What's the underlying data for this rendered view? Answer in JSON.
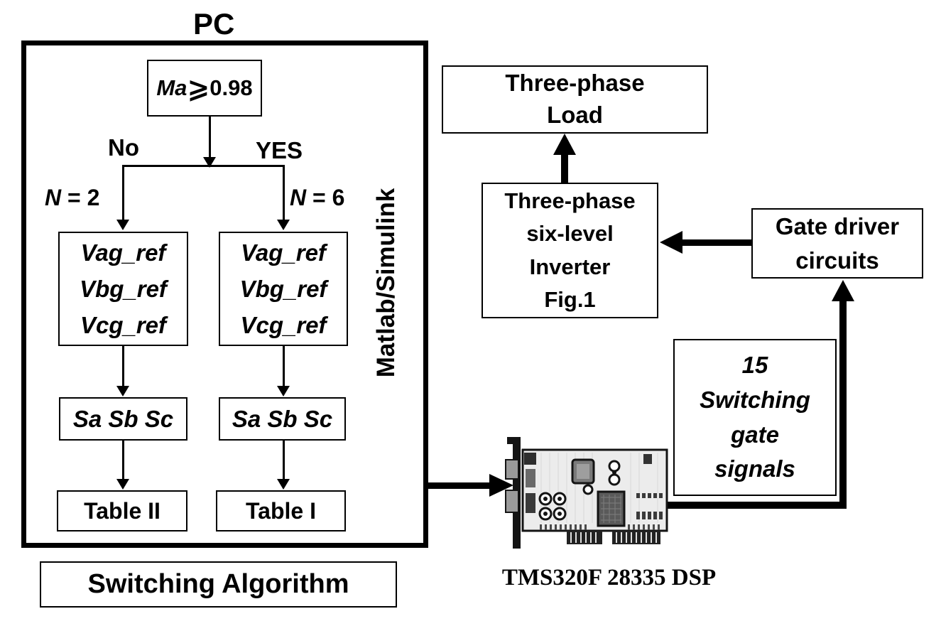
{
  "colors": {
    "ink": "#000000",
    "background": "#ffffff",
    "pcb_fill": "#ececec",
    "chip_fill": "#555555"
  },
  "pc": {
    "title": "PC",
    "environment": "Matlab/Simulink",
    "caption": "Switching Algorithm",
    "decision": {
      "variable": "Ma",
      "operator": "⩾",
      "threshold": "0.98"
    },
    "no_branch": {
      "answer": "No",
      "n_var": "N",
      "n_assign": "= 2",
      "refs": [
        "Vag_ref",
        "Vbg_ref",
        "Vcg_ref"
      ],
      "switch_signals": "Sa Sb Sc",
      "table": "Table II"
    },
    "yes_branch": {
      "answer": "YES",
      "n_var": "N",
      "n_assign": "= 6",
      "refs": [
        "Vag_ref",
        "Vbg_ref",
        "Vcg_ref"
      ],
      "switch_signals": "Sa Sb Sc",
      "table": "Table I"
    }
  },
  "hardware": {
    "load": {
      "line1": "Three-phase",
      "line2": "Load"
    },
    "inverter": {
      "line1": "Three-phase",
      "line2": "six-level",
      "line3": "Inverter",
      "line4": "Fig.1"
    },
    "gate_driver": {
      "line1": "Gate driver",
      "line2": "circuits"
    },
    "gate_signals": {
      "line1": "15",
      "line2": "Switching",
      "line3": "gate",
      "line4": "signals"
    },
    "dsp_caption": "TMS320F 28335 DSP"
  }
}
